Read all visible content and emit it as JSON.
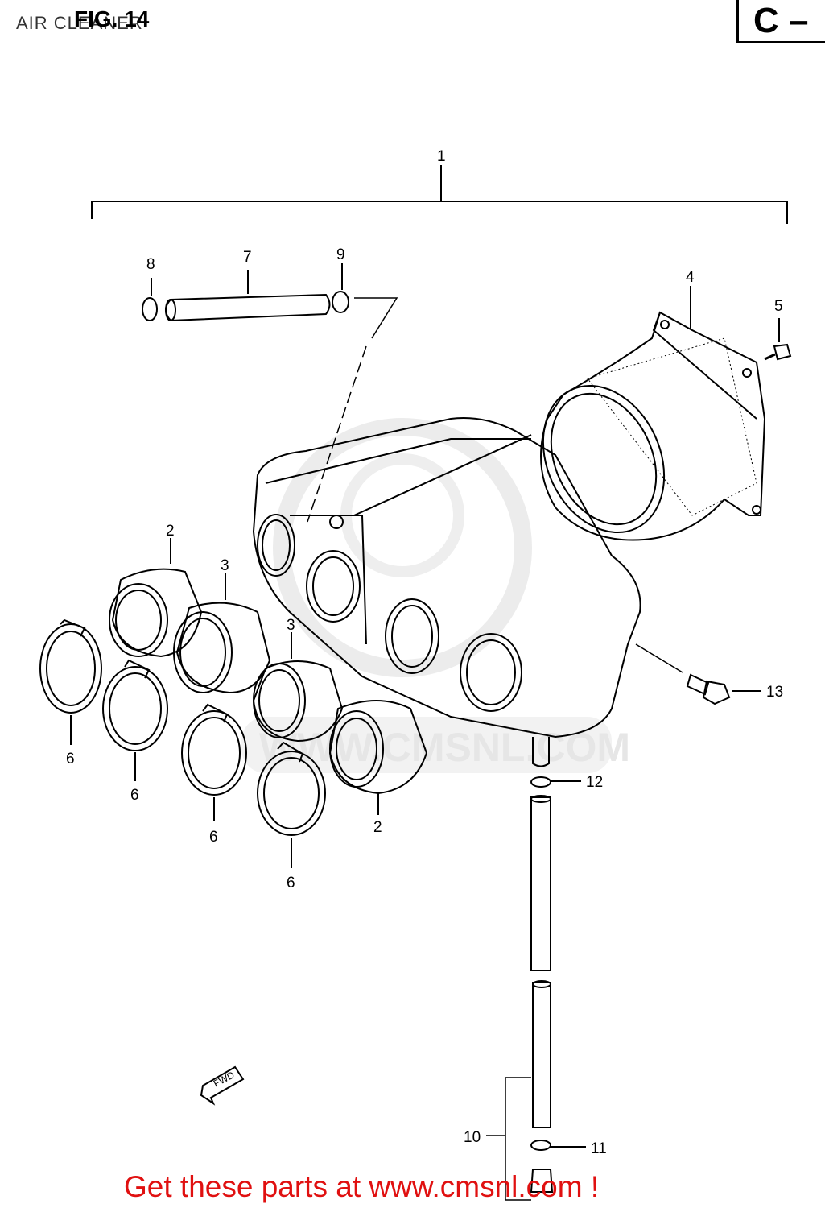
{
  "header": {
    "title": "AIR CLEANER",
    "figure": "FIG. 14",
    "section": "C –"
  },
  "footer": {
    "cta": "Get these parts at www.cmsnl.com !",
    "cta_color": "#e01010"
  },
  "watermark": {
    "text": "WWW.CMSNL.COM"
  },
  "fwd_label": "FWD",
  "callouts": {
    "c1": "1",
    "c2a": "2",
    "c2b": "2",
    "c3a": "3",
    "c3b": "3",
    "c4": "4",
    "c5": "5",
    "c6a": "6",
    "c6b": "6",
    "c6c": "6",
    "c6d": "6",
    "c7": "7",
    "c8": "8",
    "c9": "9",
    "c10": "10",
    "c11": "11",
    "c12": "12",
    "c13": "13"
  }
}
